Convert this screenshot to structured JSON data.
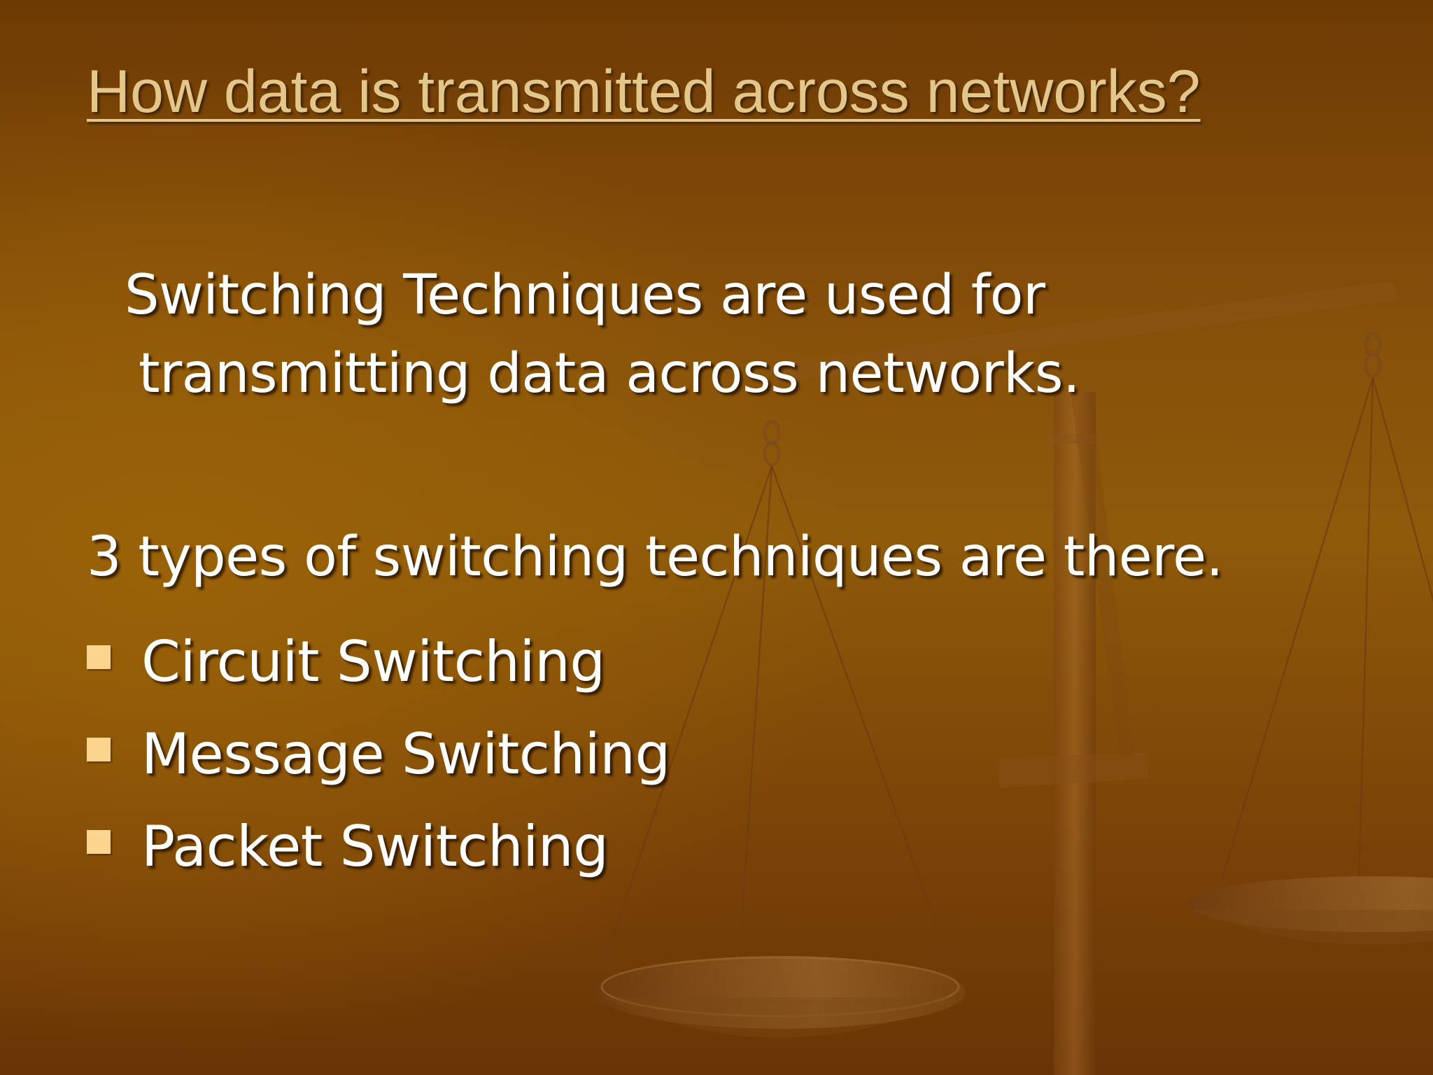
{
  "slide": {
    "title": "How data is transmitted across networks?",
    "intro": {
      "line1": "Switching Techniques are used for",
      "line2": "transmitting data across networks."
    },
    "types_line": "3 types of switching techniques are there.",
    "bullets": [
      {
        "label": "Circuit Switching"
      },
      {
        "label": "Message Switching"
      },
      {
        "label": "Packet Switching"
      }
    ],
    "colors": {
      "title": "#e3c68a",
      "text": "#ffffff",
      "bullet": "#fbd58e",
      "background": "#8e5a0a"
    },
    "background_art_icon": "balance-scale-icon"
  }
}
